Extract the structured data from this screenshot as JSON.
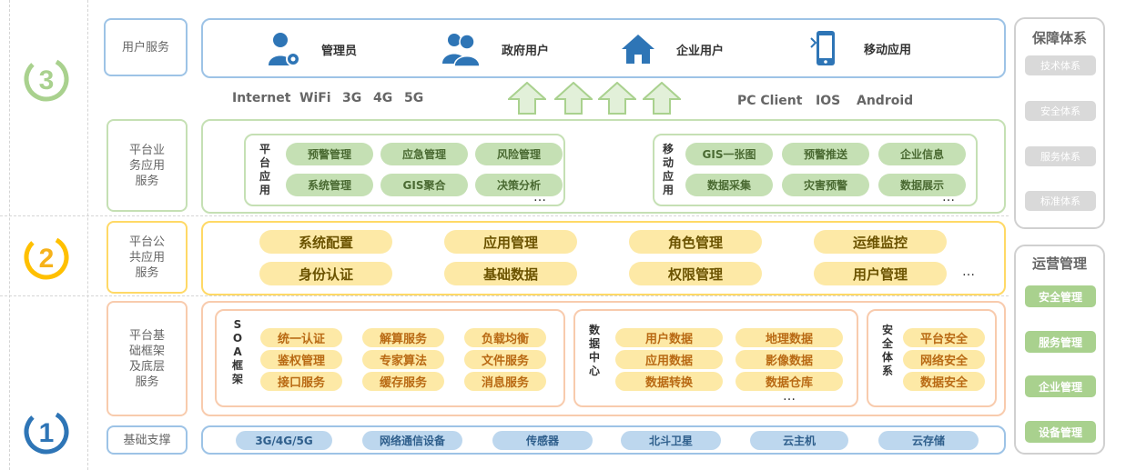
{
  "tiers": {
    "t3": "3",
    "t2": "2",
    "t1": "1"
  },
  "colors": {
    "green": "#a9d18e",
    "yellow": "#ffd966",
    "orange": "#f4b183",
    "blue": "#9dc3e6",
    "gray": "#d0d0d0"
  },
  "user_service": {
    "label": "用户服务",
    "users": [
      {
        "label": "管理员",
        "icon": "admin-icon"
      },
      {
        "label": "政府用户",
        "icon": "government-users-icon"
      },
      {
        "label": "企业用户",
        "icon": "enterprise-home-icon"
      },
      {
        "label": "移动应用",
        "icon": "mobile-phone-icon"
      }
    ]
  },
  "network": {
    "left": [
      "Internet",
      "WiFi",
      "3G",
      "4G",
      "5G"
    ],
    "right": [
      "PC Client",
      "IOS",
      "Android"
    ]
  },
  "business": {
    "label": "平台业\n务应用\n服务",
    "platform_title": "平\n台\n应\n用",
    "platform_items": [
      "预警管理",
      "应急管理",
      "风险管理",
      "系统管理",
      "GIS聚合",
      "决策分析"
    ],
    "mobile_title": "移\n动\n应\n用",
    "mobile_items": [
      "GIS一张图",
      "预警推送",
      "企业信息",
      "数据采集",
      "灾害预警",
      "数据展示"
    ],
    "ellipsis": "…"
  },
  "public": {
    "label": "平台公\n共应用\n服务",
    "items": [
      "系统配置",
      "应用管理",
      "角色管理",
      "运维监控",
      "身份认证",
      "基础数据",
      "权限管理",
      "用户管理"
    ],
    "ellipsis": "…"
  },
  "framework": {
    "label": "平台基\n础框架\n及底层\n服务",
    "soa_title": "S\nO\nA\n框\n架",
    "soa_items": [
      "统一认证",
      "解算服务",
      "负载均衡",
      "鉴权管理",
      "专家算法",
      "文件服务",
      "接口服务",
      "缓存服务",
      "消息服务"
    ],
    "data_title": "数\n据\n中\n心",
    "data_items": [
      "用户数据",
      "地理数据",
      "应用数据",
      "影像数据",
      "数据转换",
      "数据仓库"
    ],
    "security_title": "安\n全\n体\n系",
    "security_items": [
      "平台安全",
      "网络安全",
      "数据安全"
    ],
    "ellipsis": "…"
  },
  "base": {
    "label": "基础支撑",
    "items": [
      "3G/4G/5G",
      "网络通信设备",
      "传感器",
      "北斗卫星",
      "云主机",
      "云存储"
    ]
  },
  "guarantee": {
    "title": "保障体系",
    "items": [
      "技术体系",
      "安全体系",
      "服务体系",
      "标准体系"
    ]
  },
  "operation": {
    "title": "运营管理",
    "items": [
      "安全管理",
      "服务管理",
      "企业管理",
      "设备管理"
    ]
  }
}
